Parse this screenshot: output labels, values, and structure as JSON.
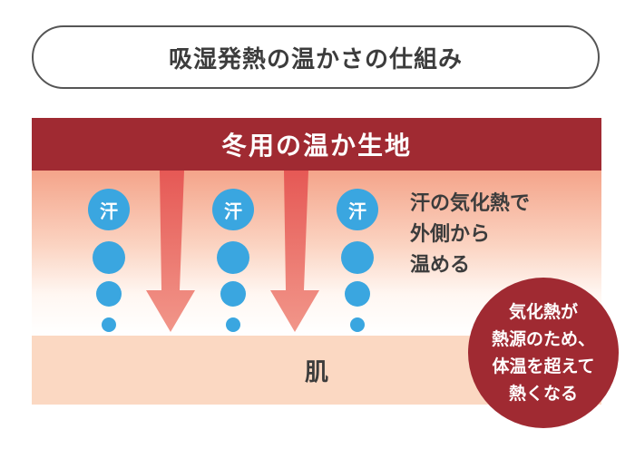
{
  "title": "吸湿発熱の温かさの仕組み",
  "fabric": {
    "label": "冬用の温か生地"
  },
  "skin": {
    "label": "肌"
  },
  "sweat": {
    "label": "汗",
    "count": 3
  },
  "explanation": {
    "lines": [
      "汗の気化熱で",
      "外側から",
      "温める"
    ]
  },
  "callout": {
    "lines": [
      "気化熱が",
      "熱源のため、",
      "体温を超えて",
      "熱くなる"
    ]
  },
  "colors": {
    "fabric_red": "#a02a32",
    "sweat_blue": "#3aa6e0",
    "arrow": "#ec6a66",
    "skin": "#fbd8c2"
  }
}
